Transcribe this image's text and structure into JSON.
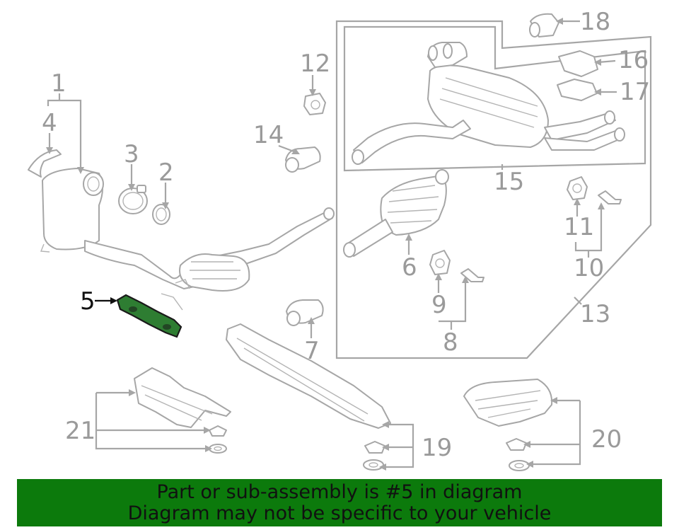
{
  "diagram": {
    "highlighted_part": "5",
    "callouts": [
      "1",
      "2",
      "3",
      "4",
      "5",
      "6",
      "7",
      "8",
      "9",
      "10",
      "11",
      "12",
      "13",
      "14",
      "15",
      "16",
      "17",
      "18",
      "19",
      "20",
      "21"
    ]
  },
  "colors": {
    "line": "#a6a6a6",
    "highlight_fill": "#2e7d32",
    "banner_bg": "#0c7a0c",
    "banner_text": "#111111"
  },
  "banner": {
    "line1": "Part or sub-assembly is #5 in diagram",
    "line2": "Diagram may not be specific to your vehicle"
  }
}
